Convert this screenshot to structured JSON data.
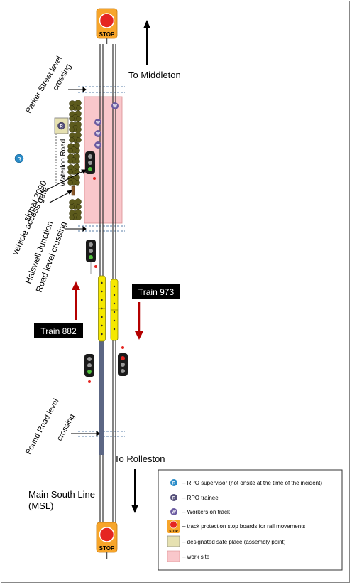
{
  "labels": {
    "to_middleton": "To Middleton",
    "to_rolleston": "To Rolleston",
    "main_south_line_1": "Main South Line",
    "main_south_line_2": "(MSL)",
    "parker_street_1": "Parker Street level",
    "parker_street_2": "crossing",
    "waterloo_road": "Waterloo Road",
    "signal_2090": "signal 2090",
    "vehicle_access_gate": "vehicle access gate",
    "halswell_1": "Halswell Junction",
    "halswell_2": "Road  level crossing",
    "pound_road_1": "Pound Road level",
    "pound_road_2": "crossing",
    "train_973": "Train 973",
    "train_882": "Train 882"
  },
  "board_text": "STOP",
  "markers": {
    "rpo_supervisor": "R",
    "rpo_trainee": "R",
    "worker": "W"
  },
  "legend": {
    "items": [
      {
        "icon": "rpo-supervisor-icon",
        "text": "–  RPO supervisor (not onsite at the time of the incident)"
      },
      {
        "icon": "rpo-trainee-icon",
        "text": "–  RPO trainee"
      },
      {
        "icon": "worker-icon",
        "text": "–  Workers on track"
      },
      {
        "icon": "stop-board-icon",
        "text": "–  track protection stop boards for rail movements"
      },
      {
        "icon": "safe-place-swatch",
        "text": "–  designated safe place (assembly point)"
      },
      {
        "icon": "work-site-swatch",
        "text": "–  work site"
      }
    ]
  },
  "colors": {
    "work_site": "#f9c7cb",
    "safe_place": "#e6e1b1",
    "train": "#f5e800",
    "train_arrow": "#b40000",
    "rpo_supervisor": "#2a8cc8",
    "rpo_trainee": "#55507a",
    "worker": "#6a5aa0",
    "stop_board": "#f7a52a",
    "stop_disc": "#e52521",
    "tree": "#5c5a1c",
    "rail_occupied": "#5c6784"
  }
}
